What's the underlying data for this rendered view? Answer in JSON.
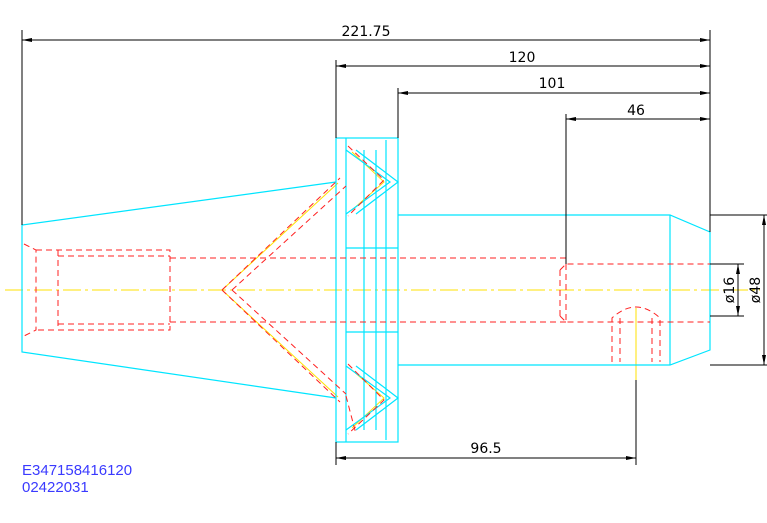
{
  "dimensions": {
    "overall_length": "221.75",
    "flange_to_end": "120",
    "face_to_end": "101",
    "bore_depth": "46",
    "setscrew_position": "96.5",
    "bore_diameter": "ø16",
    "outer_diameter": "ø48"
  },
  "part_codes": {
    "line1": "E347158416120",
    "line2": "02422031"
  },
  "colors": {
    "outline": "#00e5ff",
    "hidden": "#ff2020",
    "centerline": "#ffe000",
    "dimension": "#000000",
    "code_text": "#3a3aff"
  }
}
